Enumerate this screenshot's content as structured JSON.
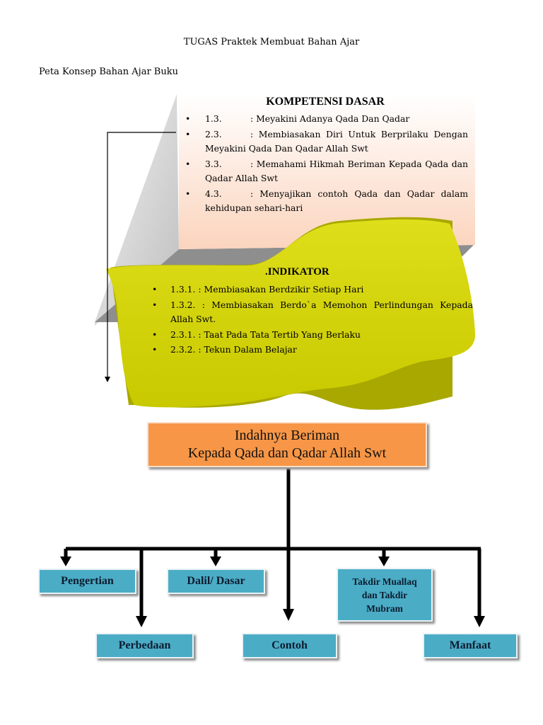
{
  "document": {
    "title": "TUGAS Praktek Membuat Bahan Ajar",
    "subtitle": "Peta Konsep Bahan Ajar  Buku"
  },
  "kompetensi": {
    "title": "KOMPETENSI DASAR",
    "items": [
      {
        "num": "1.3.",
        "text": ": Meyakini Adanya Qada Dan Qadar"
      },
      {
        "num": "2.3.",
        "text": ": Membiasakan Diri Untuk Berprilaku Dengan Meyakini Qada Dan Qadar Allah Swt"
      },
      {
        "num": "3.3.",
        "text": ": Memahami Hikmah Beriman Kepada Qada dan Qadar Allah Swt"
      },
      {
        "num": "4.3.",
        "text": ": Menyajikan contoh Qada dan Qadar dalam kehidupan sehari-hari"
      }
    ]
  },
  "indikator": {
    "title": ".INDIKATOR",
    "items": [
      " 1.3.1. : Membiasakan Berdzikir Setiap Hari",
      "1.3.2. : Membiasakan Berdo`a Memohon Perlindungan Kepada Allah Swt.",
      "2.3.1.  : Taat Pada Tata Tertib Yang Berlaku",
      "2.3.2.  : Tekun Dalam Belajar"
    ]
  },
  "concept_map": {
    "main_line1": "Indahnya Beriman",
    "main_line2": "Kepada Qada dan Qadar Allah Swt",
    "pengertian": "Pengertian",
    "dalil": "Dalil/ Dasar",
    "takdir_line1": "Takdir Muallaq",
    "takdir_line2": "dan Takdir",
    "takdir_line3": "Mubram",
    "perbedaan": "Perbedaan",
    "contoh": "Contoh",
    "manfaat": "Manfaat"
  },
  "colors": {
    "main_box": "#f79646",
    "topic_box": "#4bacc6",
    "banner": "#d4d400",
    "kd_panel": "#fde3d3"
  }
}
